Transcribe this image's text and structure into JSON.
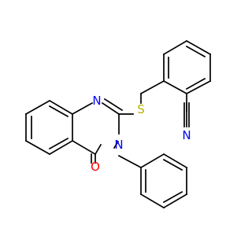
{
  "molecule": {
    "atoms": [
      {
        "id": "N1",
        "label": "N"
      },
      {
        "id": "S1",
        "label": "S"
      },
      {
        "id": "N3",
        "label": "N"
      },
      {
        "id": "O1",
        "label": "O"
      },
      {
        "id": "N_nitrile",
        "label": "N"
      }
    ],
    "colors": {
      "bond": "#000000",
      "nitrogen": "#0000ff",
      "oxygen": "#ff0000",
      "sulfur": "#b3b300"
    }
  }
}
